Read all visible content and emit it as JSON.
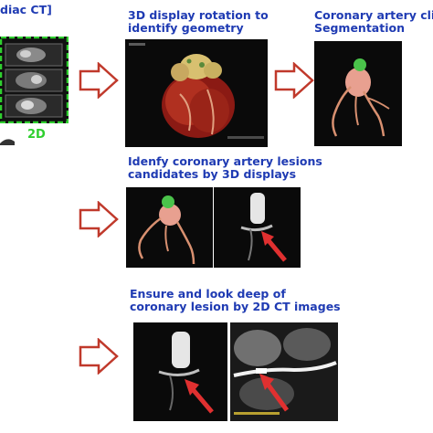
{
  "labels": {
    "top_left": "diac CT]",
    "two_d": "2D",
    "step1_line1": "3D display rotation to",
    "step1_line2": "identify  geometry",
    "step2_line1": "Coronary artery clic",
    "step2_line2": "Segmentation",
    "step3_line1": "Idenfy coronary artery lesions",
    "step3_line2": "candidates by 3D displays",
    "step4_line1": "Ensure and look deep of",
    "step4_line2": "coronary lesion by 2D CT images"
  },
  "colors": {
    "label_blue": "#1f3bb3",
    "accent_green": "#2fcf2f",
    "arrow_fill": "#ffffff",
    "arrow_stroke": "#c0392b",
    "pointer_red": "#e03030",
    "panel_bg": "#0a0a0a"
  },
  "icons": {
    "flow_arrow": "hollow-right-arrow-icon",
    "pointer": "red-pointer-arrow-icon"
  }
}
